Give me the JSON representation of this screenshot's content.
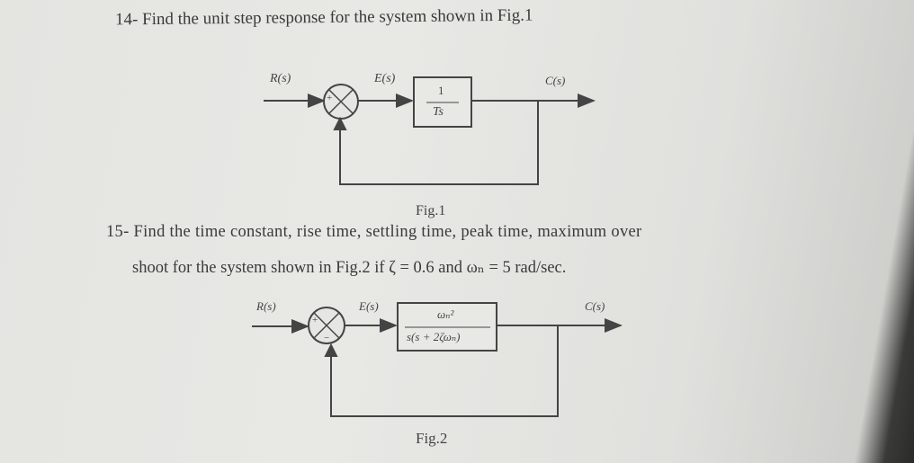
{
  "problems": {
    "q14": "14- Find the unit step response for the system shown in Fig.1",
    "q15_line1": "15- Find the time constant, rise time, settling time, peak time, maximum over",
    "q15_line2": "shoot for the system shown in Fig.2 if  ζ = 0.6 and ωₙ = 5 rad/sec."
  },
  "fig1": {
    "input_label": "R(s)",
    "error_label": "E(s)",
    "output_label": "C(s)",
    "tf_numerator": "1",
    "tf_denominator": "Ts",
    "plus_sign": "+",
    "caption": "Fig.1"
  },
  "fig2": {
    "input_label": "R(s)",
    "error_label": "E(s)",
    "output_label": "C(s)",
    "tf_numerator": "ωₙ²",
    "tf_denominator": "s(s + 2ζωₙ)",
    "plus_sign": "+",
    "minus_sign": "−",
    "caption": "Fig.2"
  }
}
